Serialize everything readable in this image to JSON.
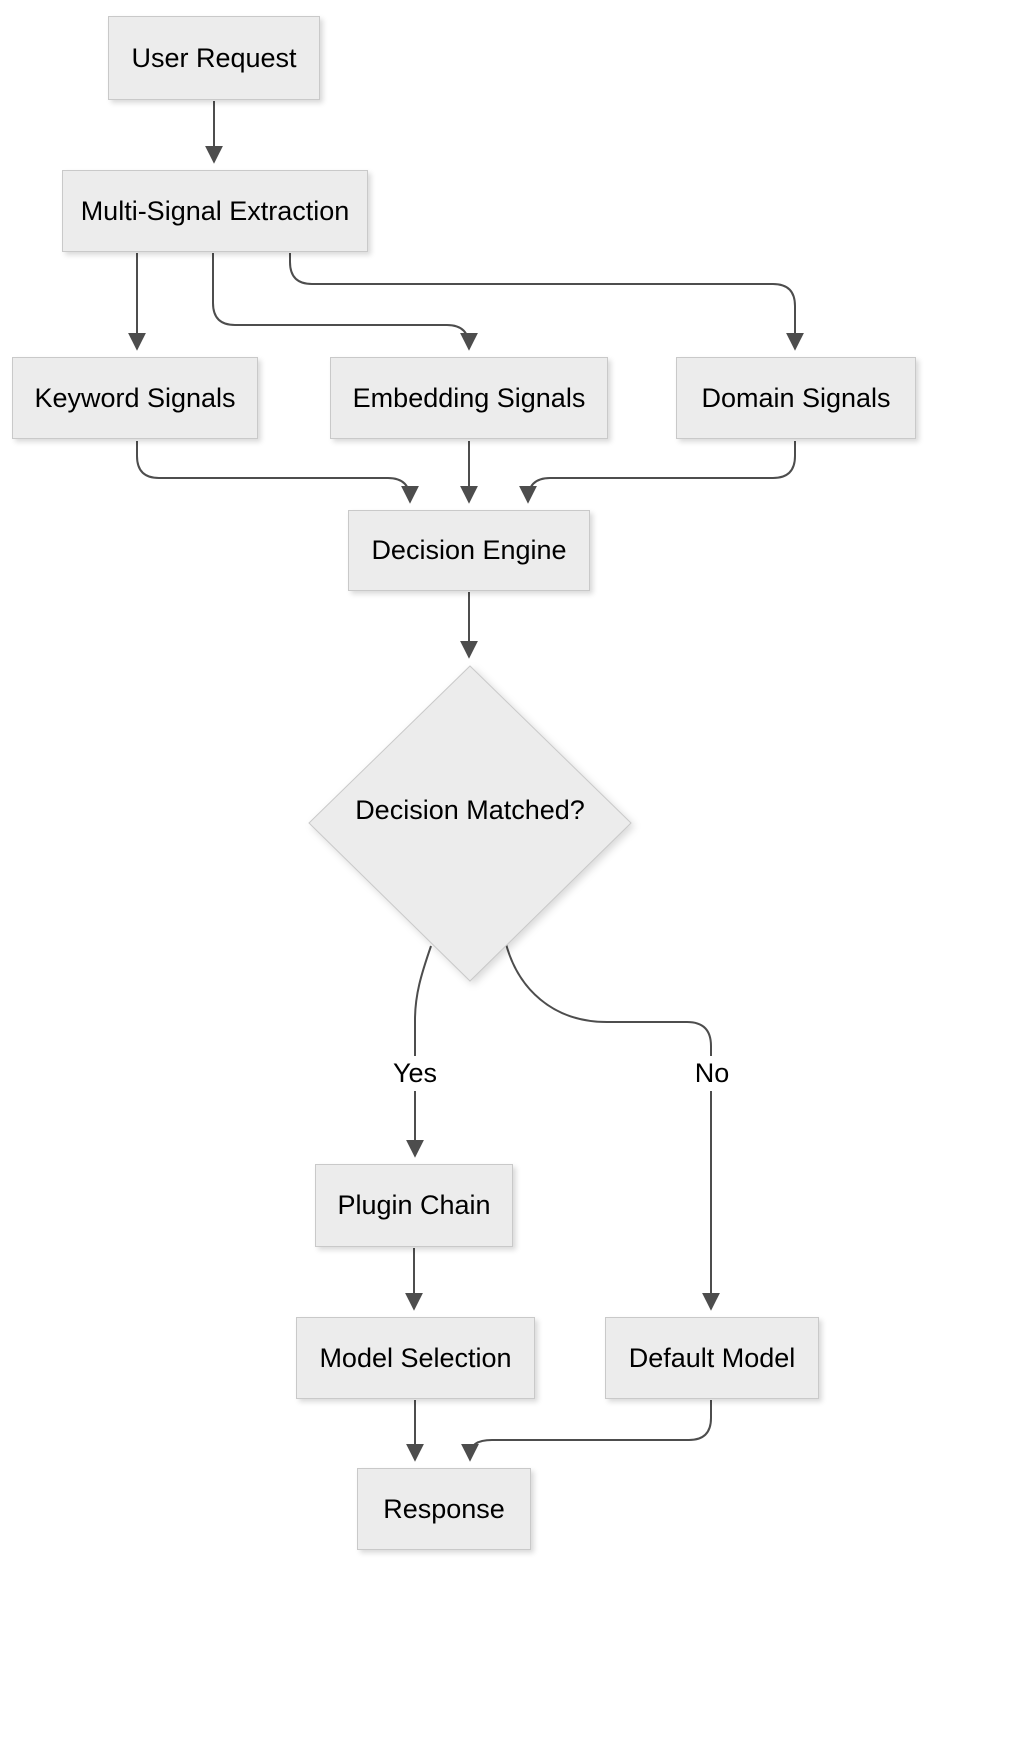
{
  "diagram": {
    "nodes": {
      "user_request": {
        "label": "User Request"
      },
      "multi_signal_extraction": {
        "label": "Multi-Signal Extraction"
      },
      "keyword_signals": {
        "label": "Keyword Signals"
      },
      "embedding_signals": {
        "label": "Embedding Signals"
      },
      "domain_signals": {
        "label": "Domain Signals"
      },
      "decision_engine": {
        "label": "Decision Engine"
      },
      "decision_matched": {
        "label": "Decision Matched?"
      },
      "plugin_chain": {
        "label": "Plugin Chain"
      },
      "model_selection": {
        "label": "Model Selection"
      },
      "default_model": {
        "label": "Default Model"
      },
      "response": {
        "label": "Response"
      }
    },
    "edge_labels": {
      "yes": "Yes",
      "no": "No"
    },
    "edges": [
      {
        "from": "user_request",
        "to": "multi_signal_extraction"
      },
      {
        "from": "multi_signal_extraction",
        "to": "keyword_signals"
      },
      {
        "from": "multi_signal_extraction",
        "to": "embedding_signals"
      },
      {
        "from": "multi_signal_extraction",
        "to": "domain_signals"
      },
      {
        "from": "keyword_signals",
        "to": "decision_engine"
      },
      {
        "from": "embedding_signals",
        "to": "decision_engine"
      },
      {
        "from": "domain_signals",
        "to": "decision_engine"
      },
      {
        "from": "decision_engine",
        "to": "decision_matched"
      },
      {
        "from": "decision_matched",
        "to": "plugin_chain",
        "label": "Yes"
      },
      {
        "from": "decision_matched",
        "to": "default_model",
        "label": "No"
      },
      {
        "from": "plugin_chain",
        "to": "model_selection"
      },
      {
        "from": "model_selection",
        "to": "response"
      },
      {
        "from": "default_model",
        "to": "response"
      }
    ],
    "colors": {
      "node_fill": "#ececec",
      "node_border": "#c9c9c9",
      "edge": "#4d4d4d",
      "text": "#000000",
      "background": "#ffffff"
    }
  }
}
